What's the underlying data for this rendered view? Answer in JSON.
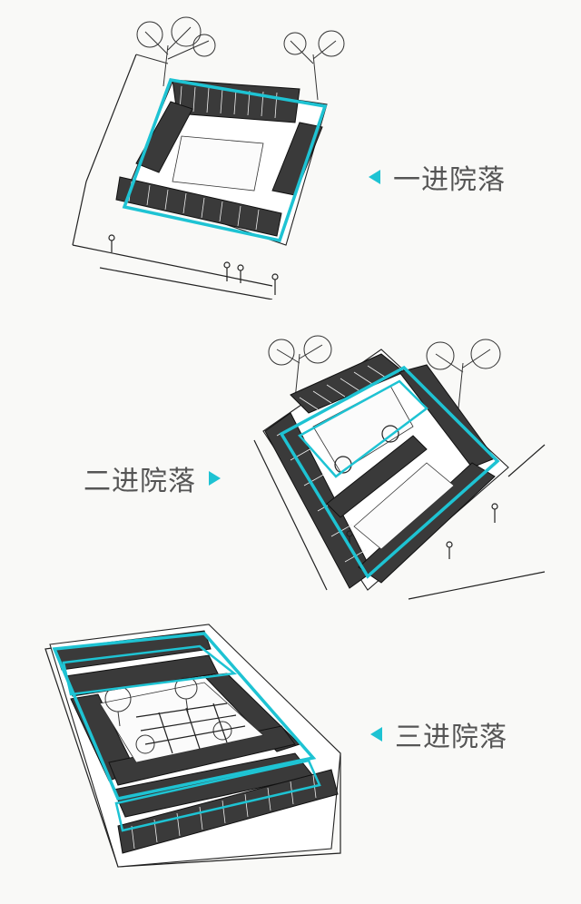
{
  "colors": {
    "accent": "#1ec3d3",
    "ink": "#222222",
    "paper": "#f9f9f7",
    "text": "#555555"
  },
  "panels": [
    {
      "label": "一进院落",
      "pointer": "left-triangle-icon"
    },
    {
      "label": "二进院落",
      "pointer": "right-triangle-icon"
    },
    {
      "label": "三进院落",
      "pointer": "left-triangle-icon"
    }
  ]
}
